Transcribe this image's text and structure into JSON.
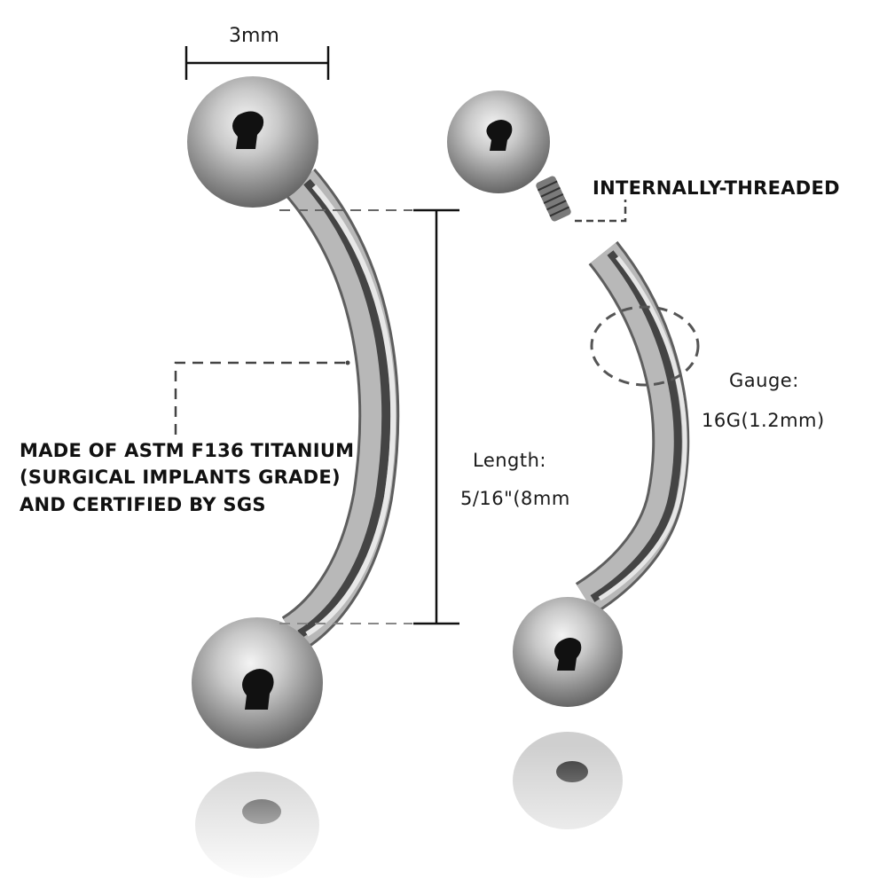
{
  "product": {
    "type": "curved barbell piercing",
    "material_note": {
      "lines": [
        "MADE OF ASTM F136 TITANIUM",
        "(SURGICAL IMPLANTS GRADE)",
        "AND CERTIFIED BY SGS"
      ]
    },
    "ball_size": {
      "label": "3mm"
    },
    "threading": {
      "label": "INTERNALLY-THREADED"
    },
    "length": {
      "title": "Length:",
      "value": "5/16\"(8mm"
    },
    "gauge": {
      "title": "Gauge:",
      "value": "16G(1.2mm)"
    }
  },
  "colors": {
    "background": "#ffffff",
    "metal_light": "#e8e8e8",
    "metal_mid": "#9a9a9a",
    "metal_dark": "#3a3a3a",
    "text": "#111111",
    "dash": "#555555"
  }
}
